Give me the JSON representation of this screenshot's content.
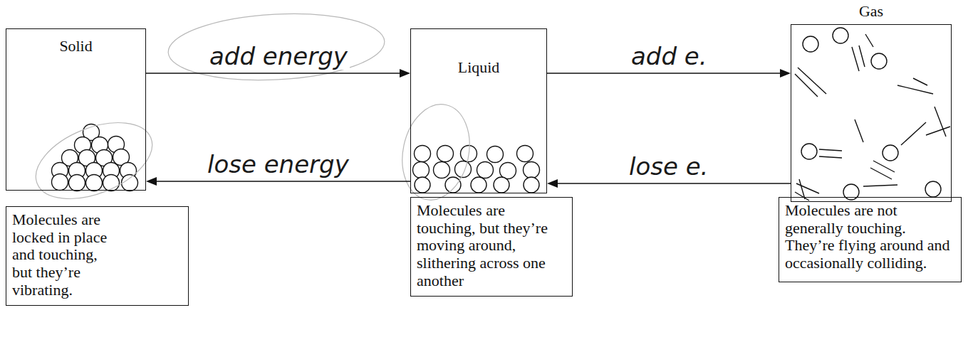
{
  "diagram": {
    "nodes": [
      {
        "text": [
          "Solid"
        ]
      },
      {
        "text": [
          "Liquid"
        ]
      },
      {
        "text": [
          "Gas"
        ]
      },
      {
        "text": [
          "Molecules are locked in place and touching, but they’re vibrating."
        ]
      },
      {
        "text": [
          "Molecules are touching, but they’re moving around, slithering across one another"
        ]
      },
      {
        "text": [
          "Molecules are not generally touching. They’re flying around and occasionally colliding."
        ]
      }
    ],
    "edges": [
      {
        "from": 0,
        "to": 1,
        "arrow": "to",
        "label": "add energy"
      },
      {
        "from": 1,
        "to": 0,
        "arrow": "to",
        "label": "lose energy"
      },
      {
        "from": 1,
        "to": 2,
        "arrow": "to",
        "label": "add e."
      },
      {
        "from": 2,
        "to": 1,
        "arrow": "to",
        "label": "lose e."
      }
    ]
  }
}
